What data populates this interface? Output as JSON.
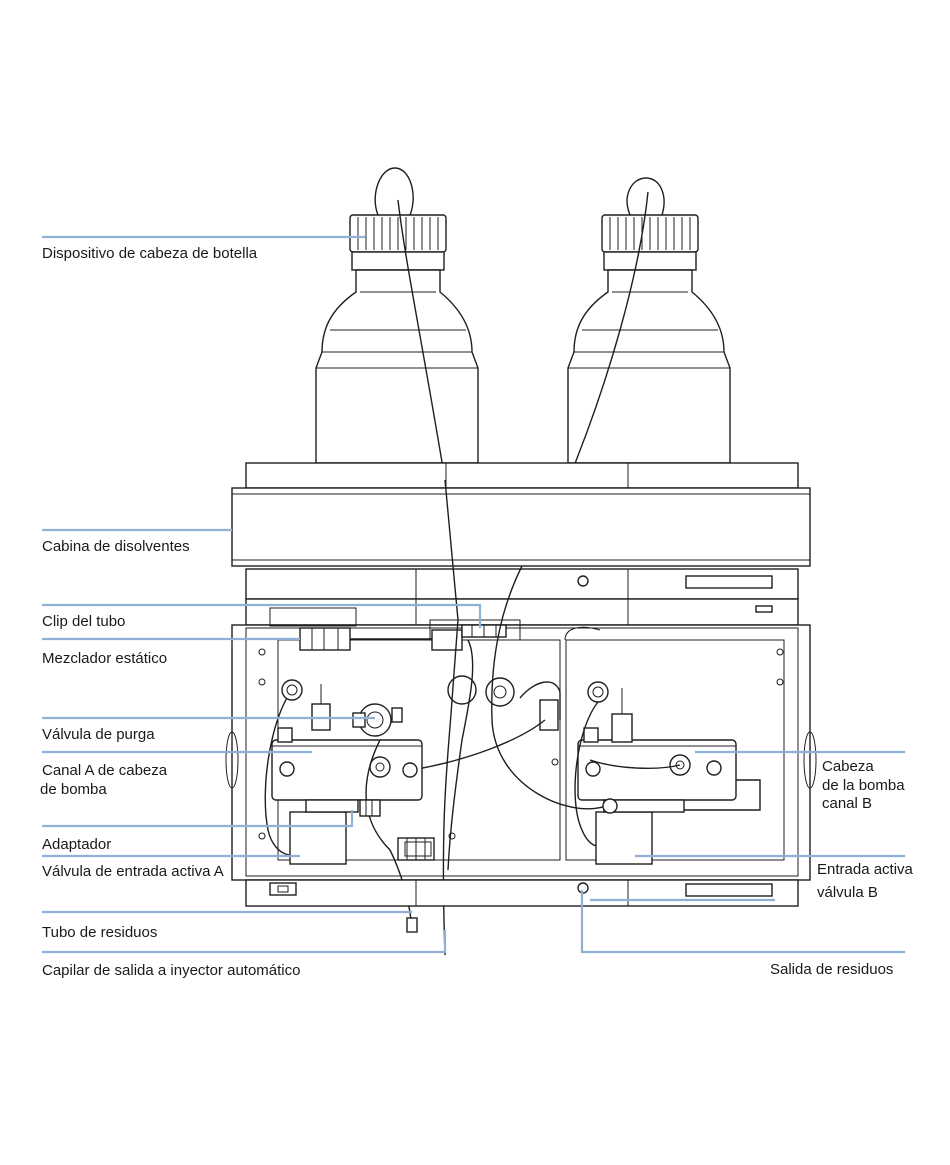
{
  "labels": {
    "bottle_head": "Dispositivo de cabeza de botella",
    "solvent_cabinet": "Cabina de disolventes",
    "tube_clip": "Clip del tubo",
    "static_mixer": "Mezclador estático",
    "purge_valve": "Válvula de purga",
    "pump_head_a_line1": "Canal A de cabeza",
    "pump_head_a_line2": "de bomba",
    "adapter": "Adaptador",
    "active_inlet_a": "Válvula de entrada activa A",
    "waste_tube": "Tubo de residuos",
    "outlet_capillary": "Capilar de salida a inyector automático",
    "pump_head_b_line1": "Cabeza",
    "pump_head_b_line2": "de la bomba",
    "pump_head_b_line3": "canal B",
    "active_inlet_b_line1": "Entrada activa",
    "active_inlet_b_line2": "válvula B",
    "waste_outlet": "Salida de residuos"
  },
  "colors": {
    "leader": "#8fb1d6",
    "line_art": "#1f1f1f",
    "text": "#1a1a1a"
  }
}
